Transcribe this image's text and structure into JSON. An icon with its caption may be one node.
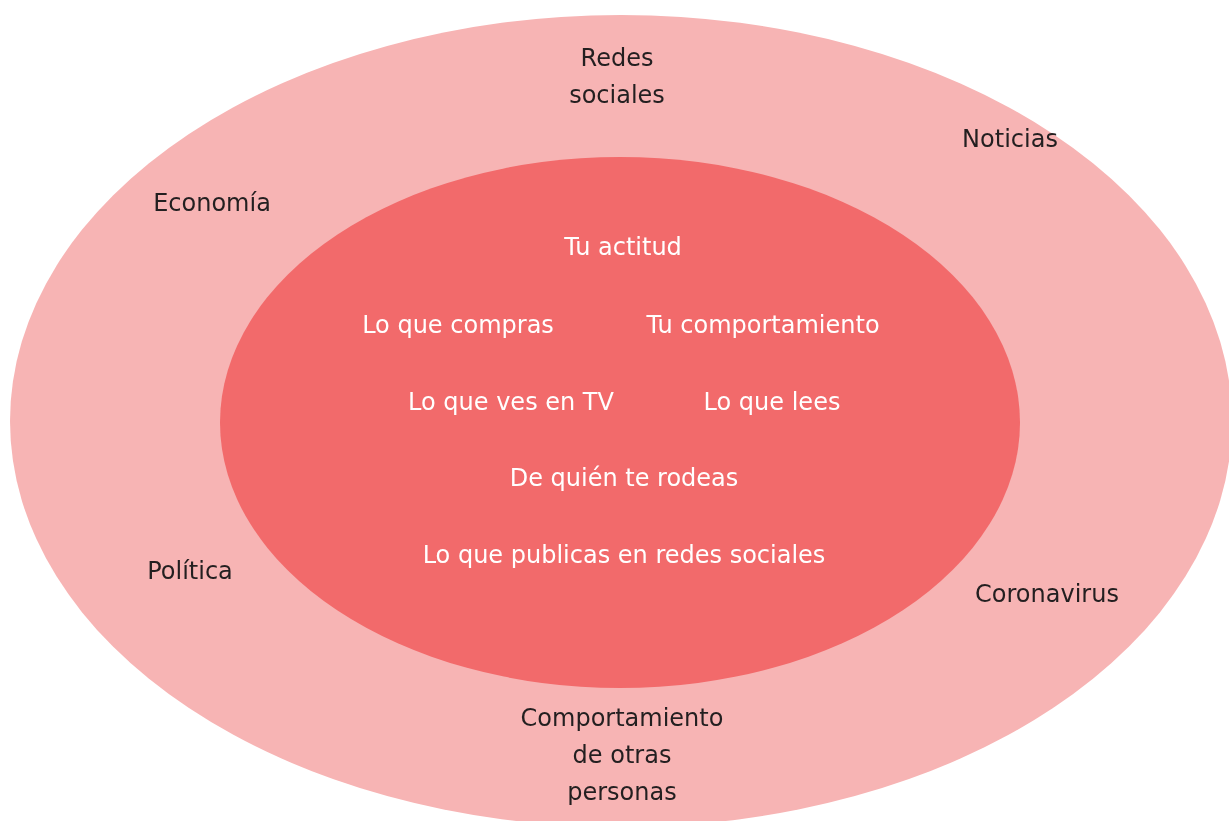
{
  "diagram": {
    "nodes": [
      {
        "text": [
          "Redes sociales",
          "Noticias",
          "Economía",
          "Política",
          "Coronavirus",
          "Comportamiento de otras personas"
        ]
      },
      {
        "text": [
          "Tu actitud",
          "Lo que compras",
          "Tu comportamiento",
          "Lo que ves en TV",
          "Lo que lees",
          "De quién te rodeas",
          "Lo que publicas en redes sociales"
        ],
        "in": 0
      }
    ]
  }
}
